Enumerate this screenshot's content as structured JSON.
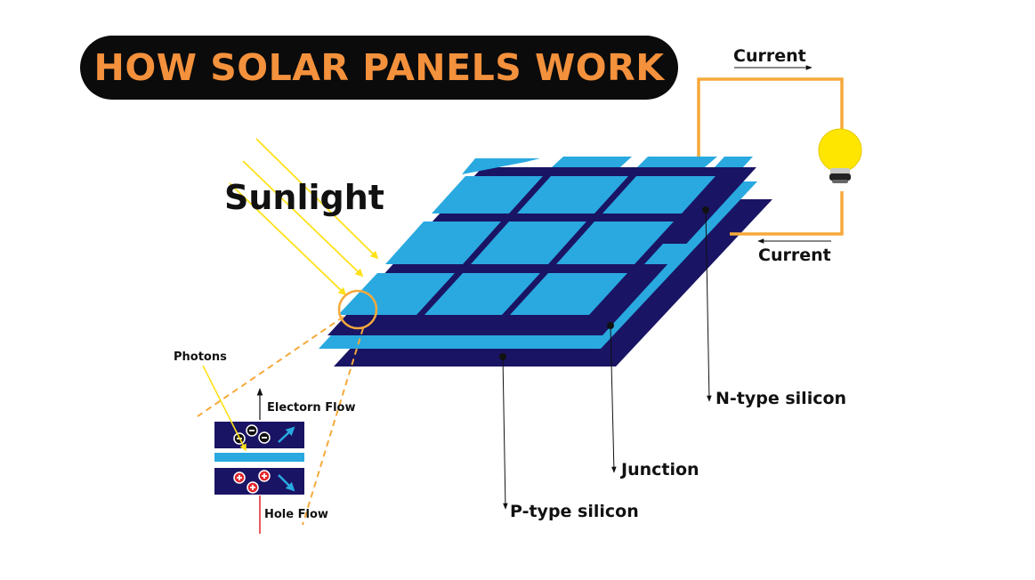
{
  "title": "HOW SOLAR PANELS WORK",
  "labels": {
    "sunlight": "Sunlight",
    "current_top": "Current",
    "current_bottom": "Current",
    "n_type": "N-type silicon",
    "junction": "Junction",
    "p_type": "P-type silicon",
    "photons": "Photons",
    "electron_flow": "Electorn Flow",
    "hole_flow": "Hole Flow"
  },
  "icons": {
    "bulb": "light-bulb-icon",
    "electron": "minus-sign",
    "hole": "plus-sign"
  },
  "colors": {
    "title_bg": "#0b0b0b",
    "title_text": "#f4913c",
    "cell_blue": "#29a9e0",
    "dark_navy": "#1a1464",
    "sun_ray": "#ffe11a",
    "circuit_wire": "#f6a93b",
    "bulb_glass": "#ffe600",
    "hole_arrow": "#e3262c"
  }
}
